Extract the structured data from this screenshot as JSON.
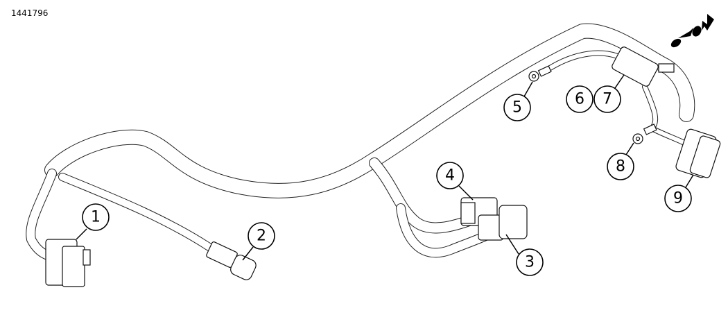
{
  "figure_id": "1441796",
  "orientation_icon": "motorcycle-direction-arrow-icon",
  "callouts": [
    "1",
    "2",
    "3",
    "4",
    "5",
    "6",
    "7",
    "8",
    "9"
  ]
}
